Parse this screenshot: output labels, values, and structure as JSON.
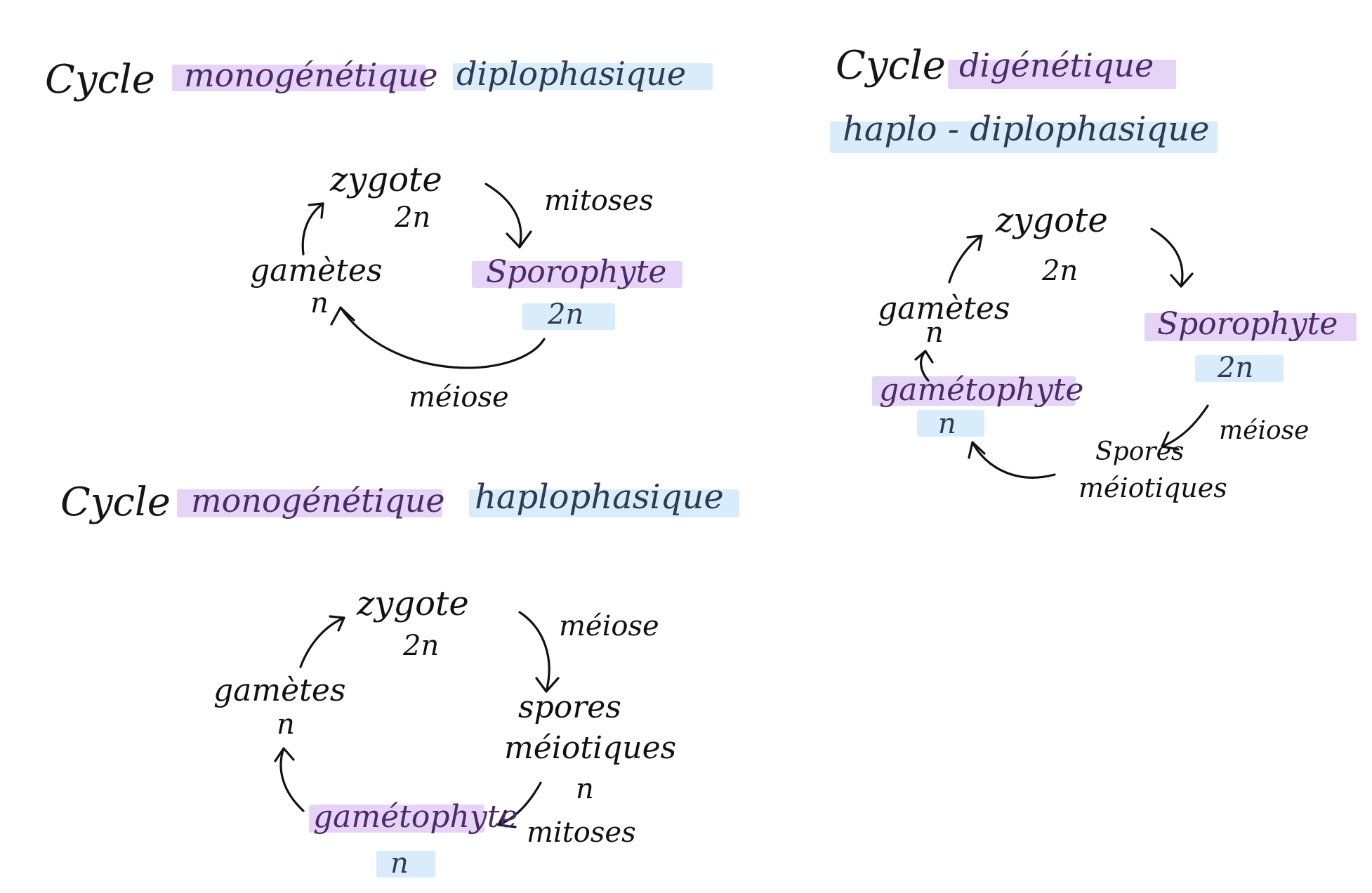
{
  "colors": {
    "highlight_purple": "#e6d4f6",
    "highlight_blue": "#d9ecfb",
    "ink": "#121212"
  },
  "diagrams": {
    "diplo": {
      "title_cycle": "Cycle",
      "title_gen": "monogénétique",
      "title_phase": "diplophasique",
      "zygote": "zygote",
      "zygote_ploidy": "2n",
      "mitoses": "mitoses",
      "sporophyte": "Sporophyte",
      "sporophyte_ploidy": "2n",
      "meiose": "méiose",
      "gametes": "gamètes",
      "gametes_ploidy": "n"
    },
    "haplo": {
      "title_cycle": "Cycle",
      "title_gen": "monogénétique",
      "title_phase": "haplophasique",
      "zygote": "zygote",
      "zygote_ploidy": "2n",
      "meiose": "méiose",
      "spores_line1": "spores",
      "spores_line2": "méiotiques",
      "spores_ploidy": "n",
      "mitoses": "mitoses",
      "gametophyte": "gamétophyte",
      "gametophyte_ploidy": "n",
      "gametes": "gamètes",
      "gametes_ploidy": "n"
    },
    "digen": {
      "title_cycle": "Cycle",
      "title_gen": "digénétique",
      "title_phase": "haplo - diplophasique",
      "zygote": "zygote",
      "zygote_ploidy": "2n",
      "sporophyte": "Sporophyte",
      "sporophyte_ploidy": "2n",
      "meiose": "méiose",
      "spores_line1": "Spores",
      "spores_line2": "méiotiques",
      "gametophyte": "gamétophyte",
      "gametophyte_ploidy": "n",
      "gametes": "gamètes",
      "gametes_ploidy": "n"
    }
  }
}
